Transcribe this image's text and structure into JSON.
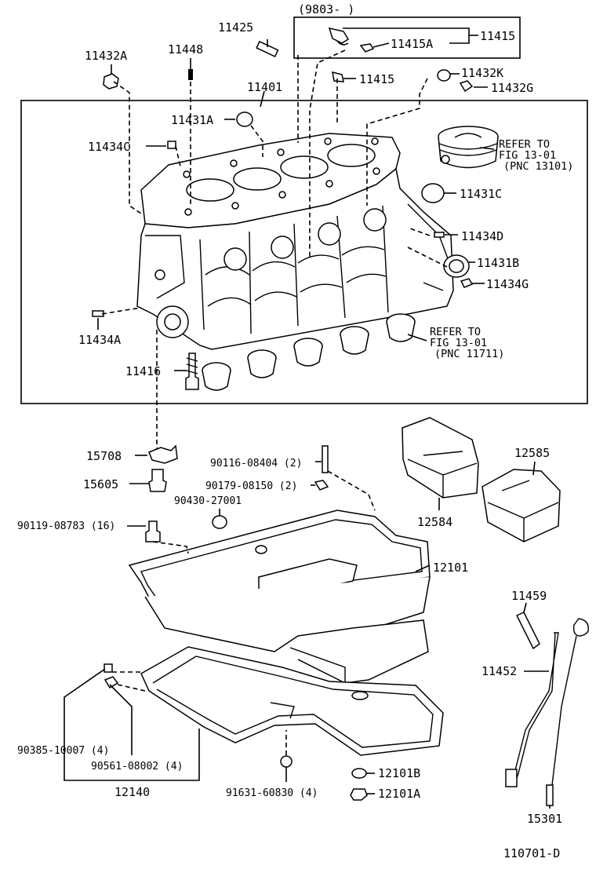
{
  "header": {
    "serial_range": "(9803-          )"
  },
  "labels": {
    "l11425": "11425",
    "l11432A": "11432A",
    "l11448": "11448",
    "l11401": "11401",
    "l11431A": "11431A",
    "l11434C": "11434C",
    "l11415A": "11415A",
    "l11415": "11415",
    "l11415b": "11415",
    "l11432K": "11432K",
    "l11432G": "11432G",
    "l11431C": "11431C",
    "l11434D": "11434D",
    "l11431B": "11431B",
    "l11434G": "11434G",
    "l11434A": "11434A",
    "l11416": "11416",
    "l15708": "15708",
    "l15605": "15605",
    "l90116": "90116-08404 (2)",
    "l90179": "90179-08150 (2)",
    "l90430": "90430-27001",
    "l90119": "90119-08783 (16)",
    "l12584": "12584",
    "l12585": "12585",
    "l12101": "12101",
    "l11459": "11459",
    "l11452": "11452",
    "l90385": "90385-10007 (4)",
    "l90561": "90561-08002 (4)",
    "l12140": "12140",
    "l91631": "91631-60830 (4)",
    "l12101B": "12101B",
    "l12101A": "12101A",
    "l15301": "15301",
    "fig_id": "110701-D"
  },
  "references": {
    "piston": [
      "REFER TO",
      "FIG 13-01",
      "(PNC 13101)"
    ],
    "bearing": [
      "REFER TO",
      "FIG 13-01",
      "(PNC 11711)"
    ]
  }
}
